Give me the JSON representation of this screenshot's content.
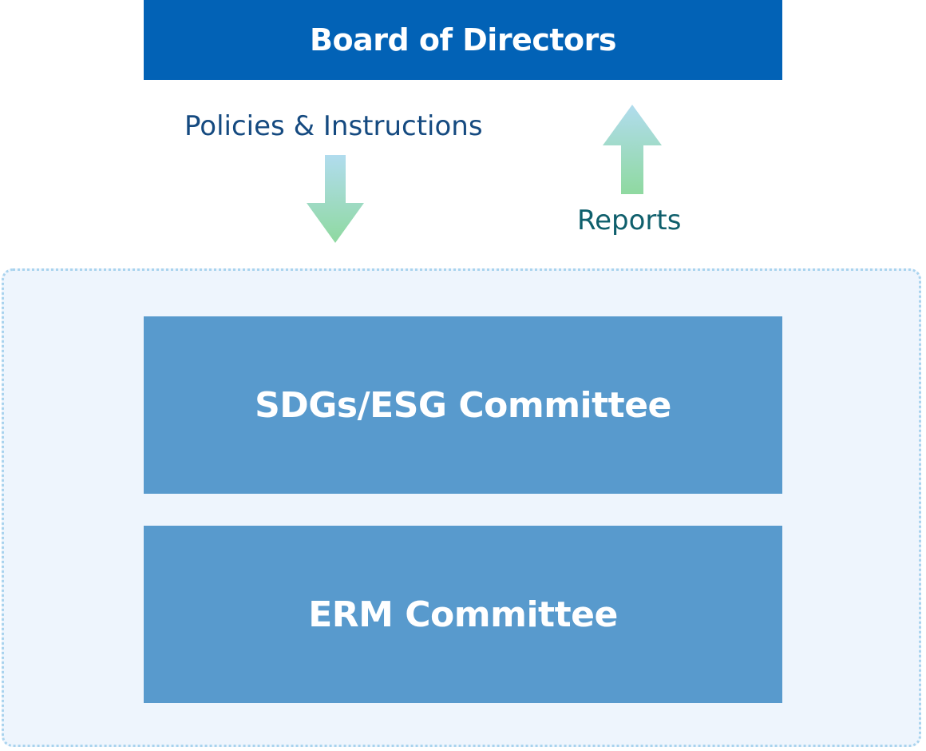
{
  "board": {
    "title": "Board of Directors"
  },
  "flows": {
    "down_label": "Policies & Instructions",
    "up_label": "Reports"
  },
  "committees": [
    {
      "name": "SDGs/ESG Committee"
    },
    {
      "name": "ERM Committee"
    }
  ],
  "colors": {
    "board": "#0262b6",
    "committee": "#589acd",
    "group_background": "#eef5fd",
    "group_border": "#a9d3ee",
    "arrow_top": "#b1dcee",
    "arrow_bottom": "#8fd9a0"
  },
  "icons": {
    "down": "arrow-down-icon",
    "up": "arrow-up-icon"
  }
}
